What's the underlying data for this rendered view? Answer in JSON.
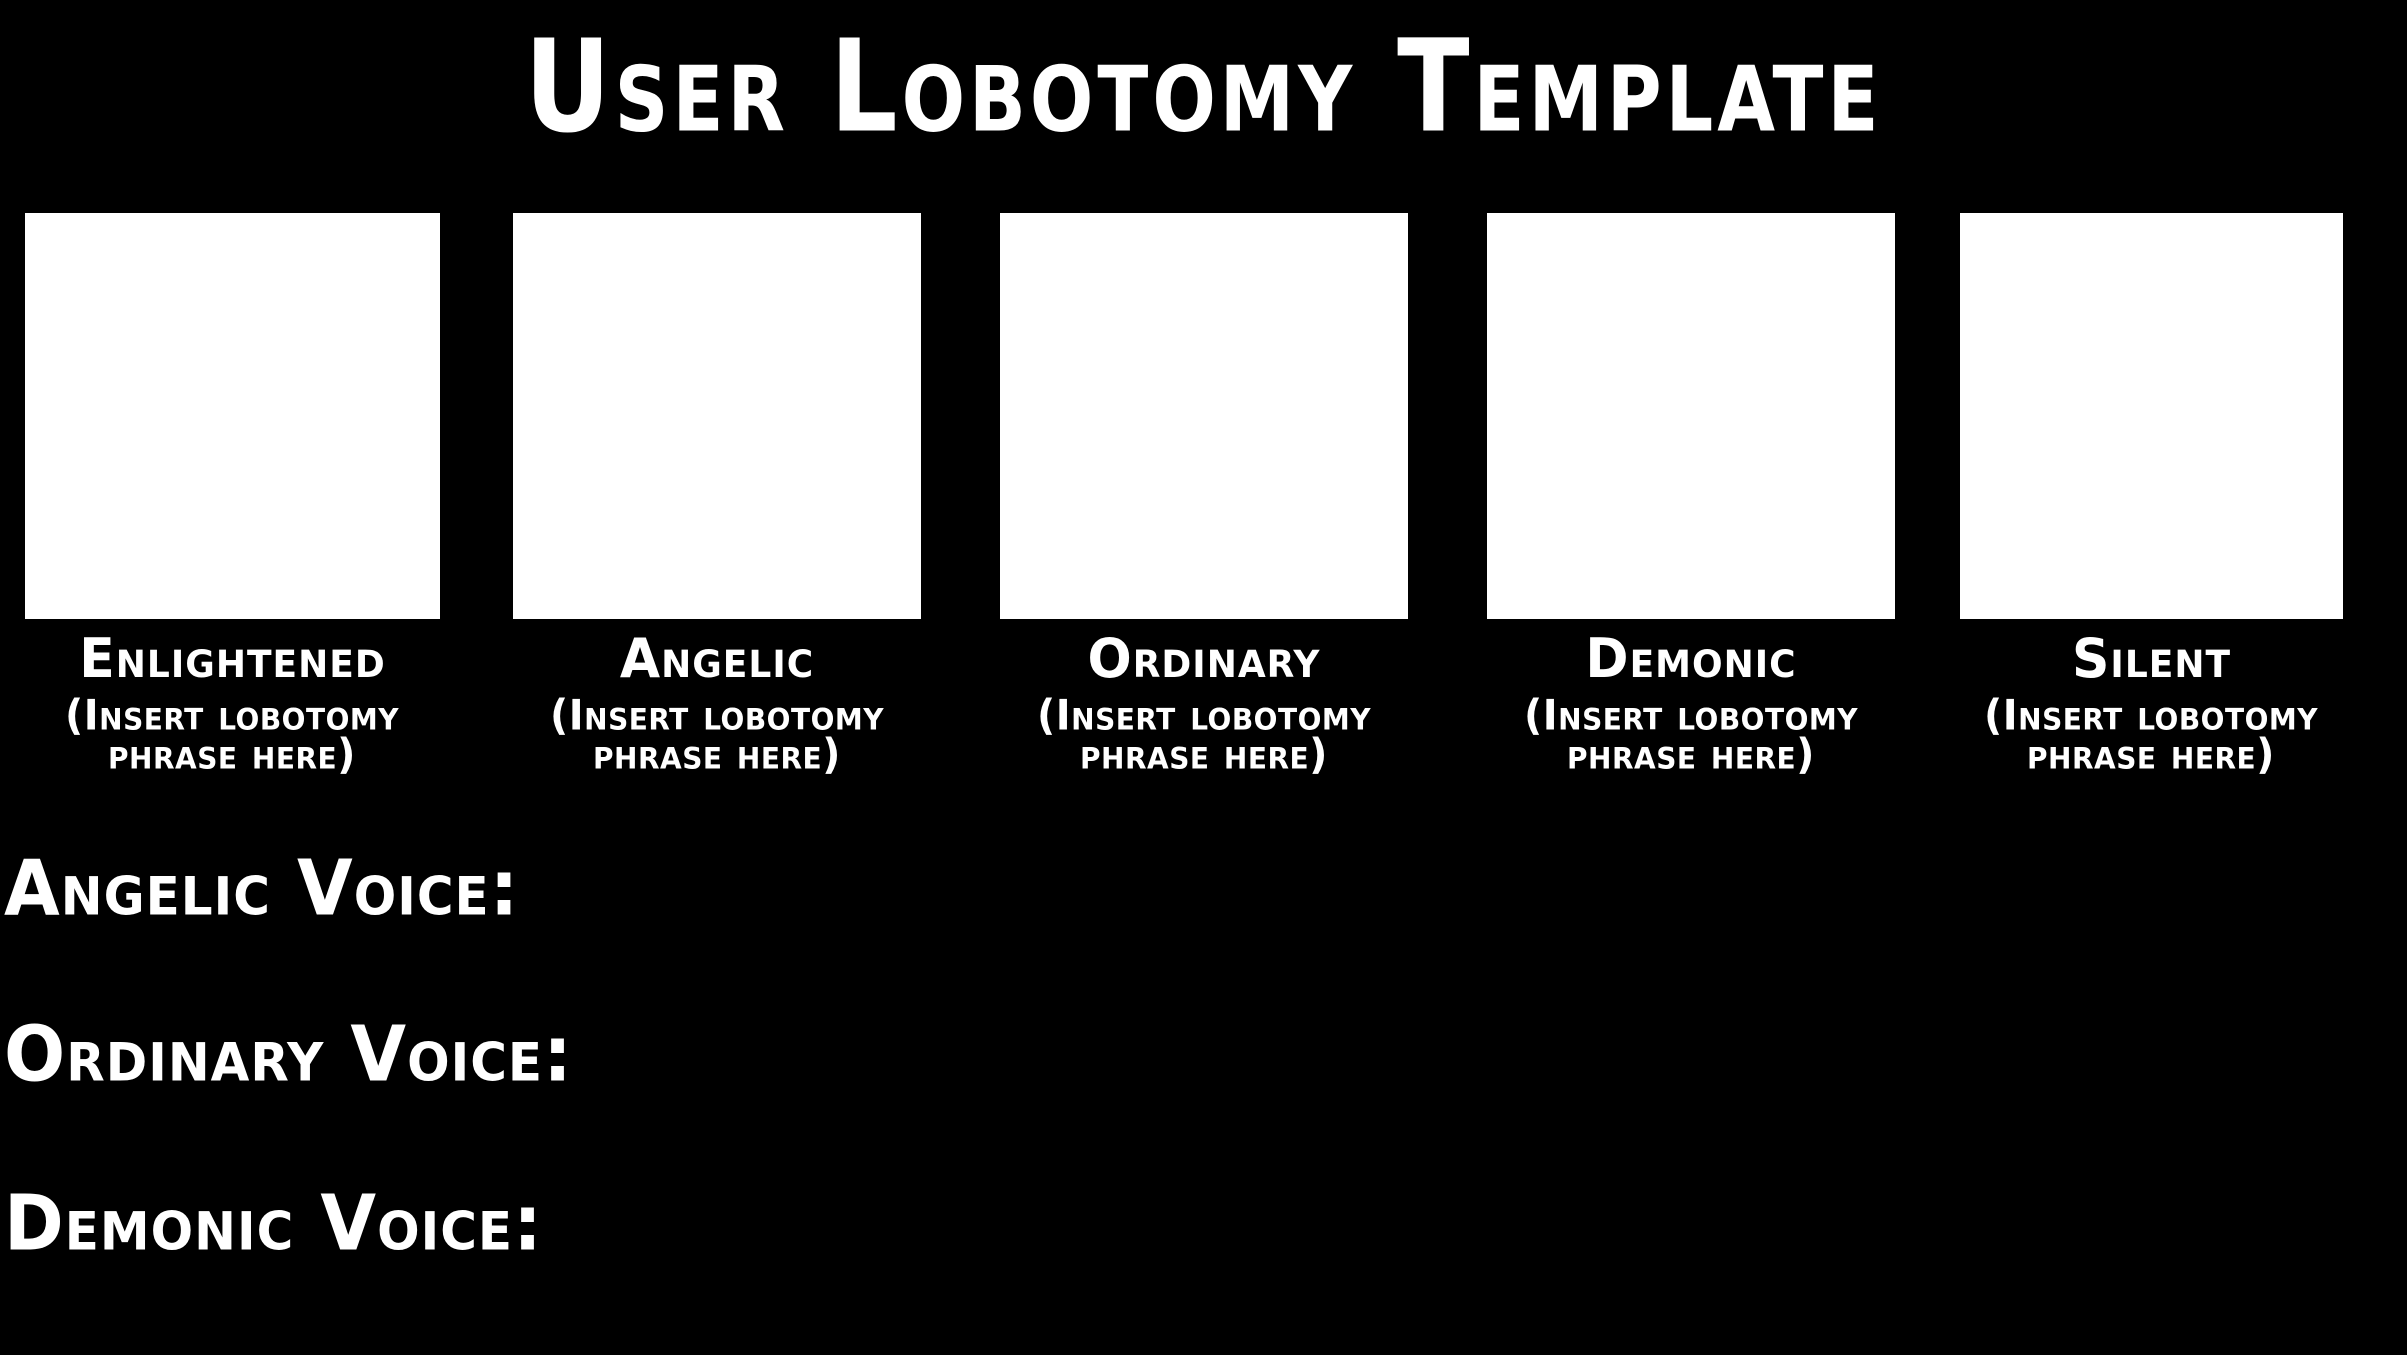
{
  "page": {
    "title": "User Lobotomy Template",
    "background_color": "#000000",
    "text_color": "#ffffff",
    "panel_fill_color": "#ffffff"
  },
  "panels": [
    {
      "label": "Enlightened",
      "caption": "(Insert lobotomy phrase here)"
    },
    {
      "label": "Angelic",
      "caption": "(Insert lobotomy phrase here)"
    },
    {
      "label": "Ordinary",
      "caption": "(Insert lobotomy phrase here)"
    },
    {
      "label": "Demonic",
      "caption": "(Insert lobotomy phrase here)"
    },
    {
      "label": "Silent",
      "caption": "(Insert lobotomy phrase here)"
    }
  ],
  "voice_lines": [
    {
      "label": "Angelic Voice:",
      "value": ""
    },
    {
      "label": "Ordinary Voice:",
      "value": ""
    },
    {
      "label": "Demonic Voice:",
      "value": ""
    }
  ]
}
